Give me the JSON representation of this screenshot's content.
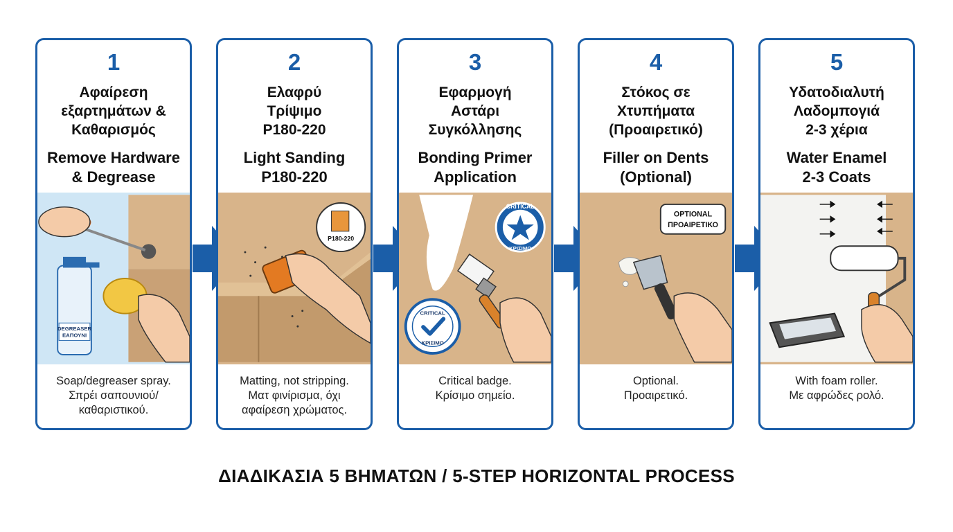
{
  "steps": [
    {
      "number": "1",
      "title_gr": [
        "Αφαίρεση",
        "εξαρτημάτων &",
        "Καθαρισμός"
      ],
      "title_en": [
        "Remove Hardware",
        "& Degrease"
      ],
      "caption": [
        "Soap/degreaser spray.",
        "Σπρέι σαπουνιού/",
        "καθαριστικού."
      ],
      "bottle_label": [
        "DEGREASER",
        "ΕΑΠΟΥΝΙ"
      ]
    },
    {
      "number": "2",
      "title_gr": [
        "Ελαφρύ",
        "Τρίψιμο",
        "P180-220"
      ],
      "title_en": [
        "Light Sanding",
        "P180-220"
      ],
      "caption": [
        "Matting, not stripping.",
        "Ματ φινίρισμα, όχι",
        "αφαίρεση χρώματος."
      ],
      "sandpaper_label": "P180-220"
    },
    {
      "number": "3",
      "title_gr": [
        "Εφαρμογή",
        "Αστάρι",
        "Συγκόλλησης"
      ],
      "title_en": [
        "Bonding Primer",
        "Application"
      ],
      "caption": [
        "Critical badge.",
        "Κρίσιμο σημείο."
      ],
      "badge_top": "CRITICAL",
      "badge_bottom": "ΚΡΙΣΙΜΟ"
    },
    {
      "number": "4",
      "title_gr": [
        "Στόκος σε",
        "Χτυπήματα",
        "(Προαιρετικό)"
      ],
      "title_en": [
        "Filler on Dents",
        "(Optional)"
      ],
      "caption": [
        "Optional.",
        "Προαιρετικό."
      ],
      "tag": [
        "OPTIONAL",
        "ΠΡΟΑΙΡΕΤΙΚΟ"
      ]
    },
    {
      "number": "5",
      "title_gr": [
        "Υδατοδιαλυτή",
        "Λαδομπογιά",
        "2-3 χέρια"
      ],
      "title_en": [
        "Water Enamel",
        "2-3 Coats"
      ],
      "caption": [
        "With foam roller.",
        "Με αφρώδες ρολό."
      ]
    }
  ],
  "footer_title": "ΔΙΑΔΙΚΑΣΙΑ 5 ΒΗΜΑΤΩΝ / 5-STEP HORIZONTAL PROCESS",
  "colors": {
    "accent": "#1b5ea8",
    "wood": "#d8b48a",
    "skin": "#f4cba8"
  }
}
